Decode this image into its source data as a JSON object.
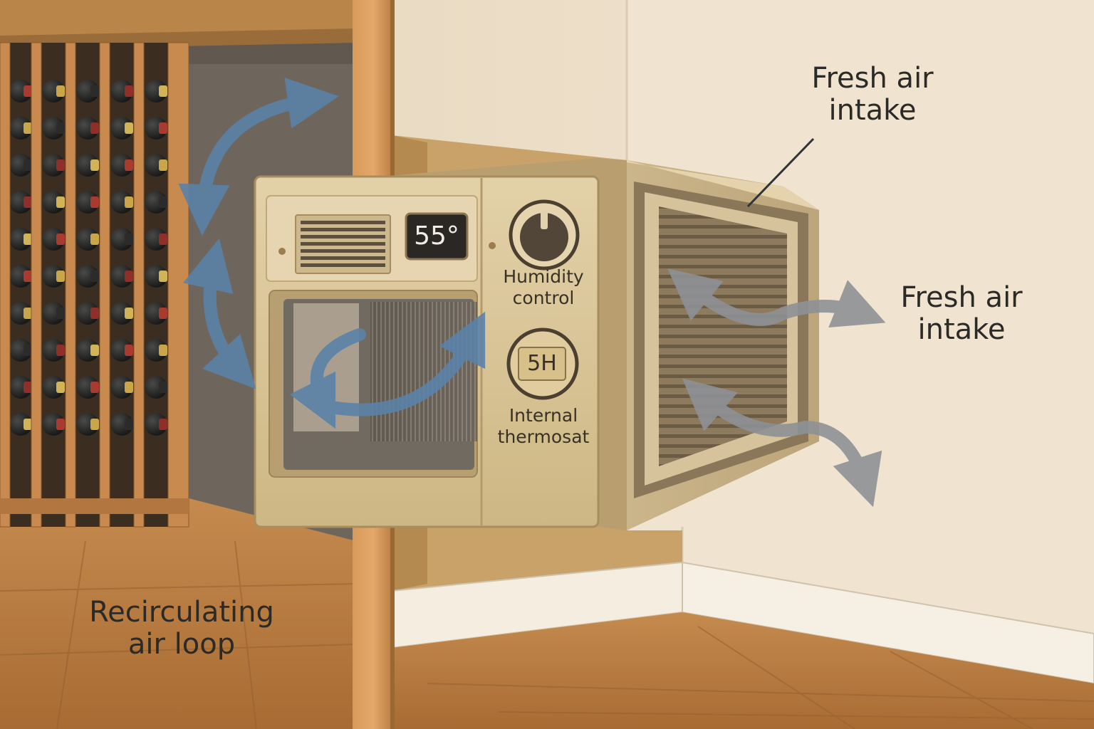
{
  "labels": {
    "top_right": "Fresh air\nintake",
    "right": "Fresh air\nintake",
    "bottom_left": "Recirculating\nair loop",
    "humidity": "Humidity\ncontrol",
    "thermostat": "Internal\nthermosat"
  },
  "display": {
    "temperature": "55°",
    "knob_readout": "5H"
  },
  "colors": {
    "recirculating_arrows": "#5b82a8",
    "fresh_air_arrows": "#8e9196",
    "unit_body": "#d8c49a",
    "wall": "#efe3cf",
    "wood": "#c99054"
  },
  "icons": [
    "knob-icon",
    "grille-icon",
    "vent-icon",
    "wine-bottle-icon"
  ]
}
